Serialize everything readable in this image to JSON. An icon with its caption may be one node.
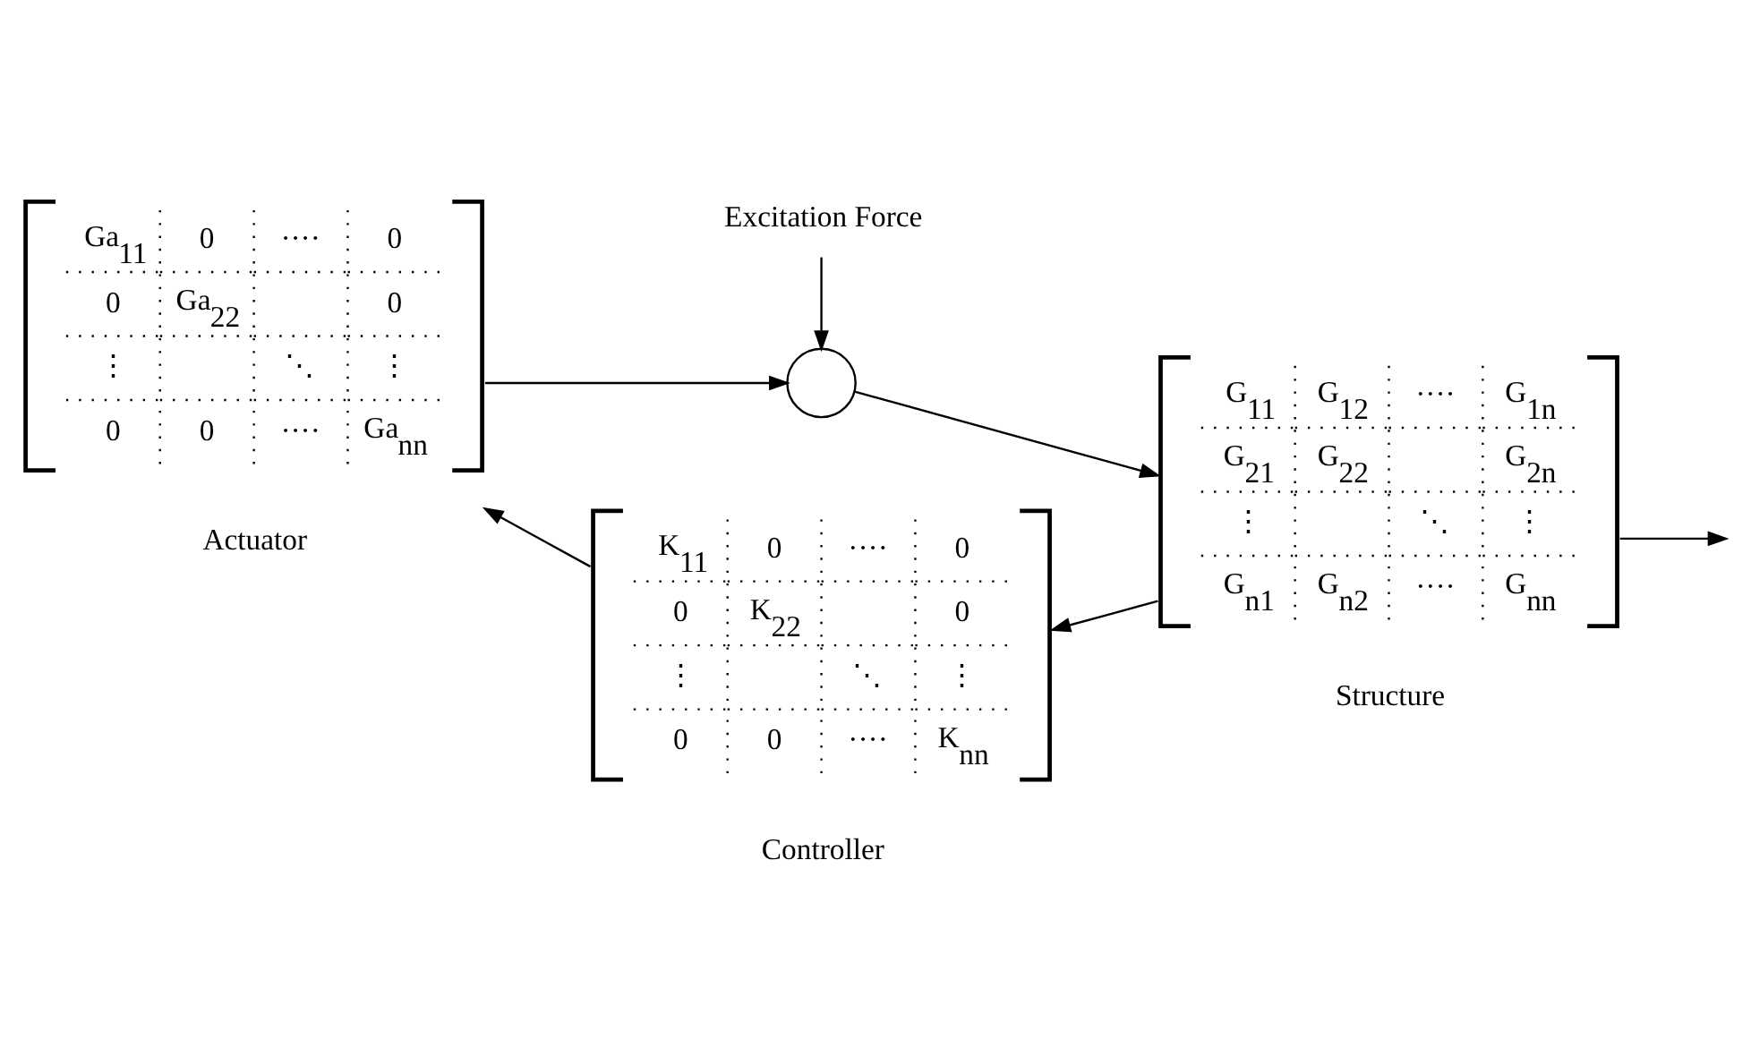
{
  "diagram": {
    "nodes": [
      {
        "text": [
          "Excitation Force"
        ]
      },
      {
        "text": [
          "Ga$_{11}$",
          "0",
          "····",
          "0",
          "0",
          "Ga$_{22}$",
          "0",
          "⋮",
          "⋱",
          "⋮",
          "0",
          "0",
          "····",
          "Ga$_{nn}$",
          "Actuator"
        ]
      },
      {
        "text": [],
        "shape": "circle"
      },
      {
        "text": [
          "G$_{11}$",
          "G$_{12}$",
          "····",
          "G$_{1n}$",
          "G$_{21}$",
          "G$_{22}$",
          "G$_{2n}$",
          "⋮",
          "⋱",
          "⋮",
          "G$_{n1}$",
          "G$_{n2}$",
          "····",
          "G$_{nn}$",
          "Structure"
        ]
      },
      {
        "text": [
          "K$_{11}$",
          "0",
          "····",
          "0",
          "0",
          "K$_{22}$",
          "0",
          "⋮",
          "⋱",
          "⋮",
          "0",
          "0",
          "····",
          "K$_{nn}$",
          "Controller"
        ]
      }
    ],
    "edges": [
      {
        "from": 0,
        "to": 2,
        "arrow": "to"
      },
      {
        "from": 1,
        "to": 2,
        "arrow": "to"
      },
      {
        "from": 2,
        "to": 3,
        "arrow": "to"
      },
      {
        "from": 3,
        "to": null,
        "arrow": "to"
      },
      {
        "from": 3,
        "to": 4,
        "arrow": "to"
      },
      {
        "from": 4,
        "to": 1,
        "arrow": "to"
      }
    ]
  }
}
